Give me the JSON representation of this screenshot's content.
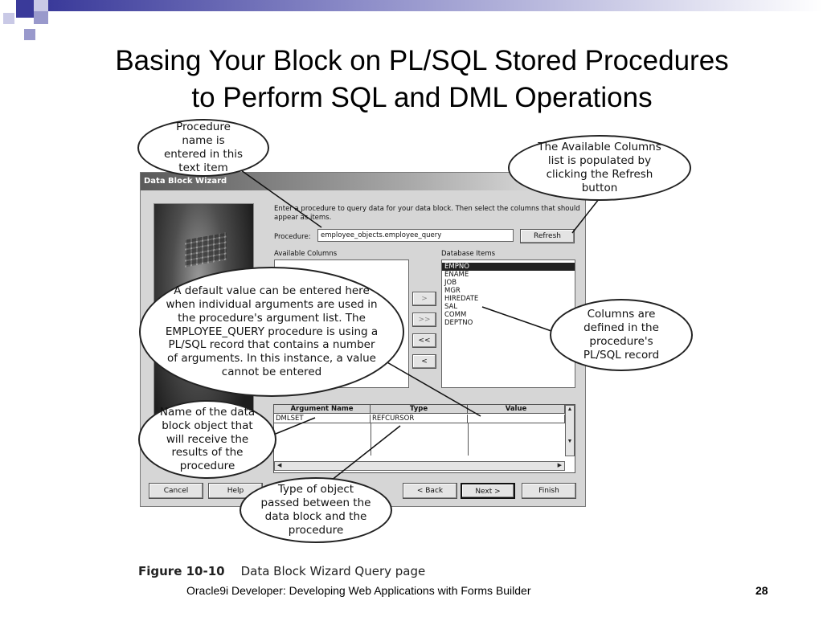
{
  "slide": {
    "title_line1": "Basing Your Block on PL/SQL Stored Procedures",
    "title_line2": "to Perform SQL and DML Operations",
    "figure_label": "Figure 10-10",
    "figure_caption": "Data Block Wizard Query page",
    "footer_text": "Oracle9i Developer: Developing Web Applications with Forms Builder",
    "page_number": "28"
  },
  "wizard": {
    "window_title": "Data Block Wizard",
    "instructions_line1": "Enter a procedure to query data for your data block. Then select the columns that should",
    "instructions_line2": "appear as items.",
    "procedure_label": "Procedure:",
    "procedure_value": "employee_objects.employee_query",
    "refresh_button": "Refresh",
    "available_columns_label": "Available Columns",
    "database_items_label": "Database Items",
    "database_items": [
      "EMPNO",
      "ENAME",
      "JOB",
      "MGR",
      "HIREDATE",
      "SAL",
      "COMM",
      "DEPTNO"
    ],
    "move_buttons": [
      ">",
      ">>",
      "<<",
      "<"
    ],
    "grid_headers": [
      "Argument Name",
      "Type",
      "Value"
    ],
    "grid_row": {
      "name": "DMLSET",
      "type": "REFCURSOR",
      "value": ""
    },
    "footer_buttons": {
      "cancel": "Cancel",
      "help": "Help",
      "back": "< Back",
      "next": "Next >",
      "finish": "Finish"
    }
  },
  "callouts": {
    "procedure_name": "Procedure name is entered in this text item",
    "available_columns": "The Available Columns list is populated by clicking the Refresh button",
    "default_value": "A default value can be entered here when individual arguments are used in the procedure's argument list. The EMPLOYEE_QUERY procedure is using a PL/SQL record that contains a number of arguments. In this instance, a value cannot be entered",
    "columns": "Columns are defined in the procedure's PL/SQL record",
    "block_name": "Name of the data block object that will receive the results of the procedure",
    "object_type": "Type of object passed between the data block and the procedure"
  },
  "colors": {
    "header_square_dark": "#3a3a9a",
    "header_square_light": "#9999cc",
    "bubble_border": "#222222"
  }
}
